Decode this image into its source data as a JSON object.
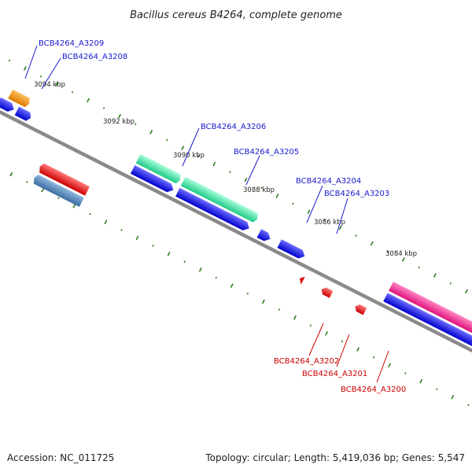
{
  "title": "Bacillus cereus B4264, complete genome",
  "footer": {
    "accession": "Accession: NC_011725",
    "summary": "Topology: circular; Length: 5,419,036 bp; Genes: 5,547"
  },
  "colors": {
    "forward_label": "#1a1acc",
    "reverse_label": "#cc0000",
    "backbone": "#8a8a8a",
    "tick": "#2e7d1e"
  },
  "kbp_labels": [
    "3094 kbp",
    "3092 kbp",
    "3090 kbp",
    "3088 kbp",
    "3086 kbp",
    "3084 kbp"
  ],
  "forward_labels": [
    "BCB4264_A3209",
    "BCB4264_A3208",
    "BCB4264_A3206",
    "BCB4264_A3205",
    "BCB4264_A3204",
    "BCB4264_A3203"
  ],
  "reverse_labels": [
    "BCB4264_A3202",
    "BCB4264_A3201",
    "BCB4264_A3200"
  ]
}
